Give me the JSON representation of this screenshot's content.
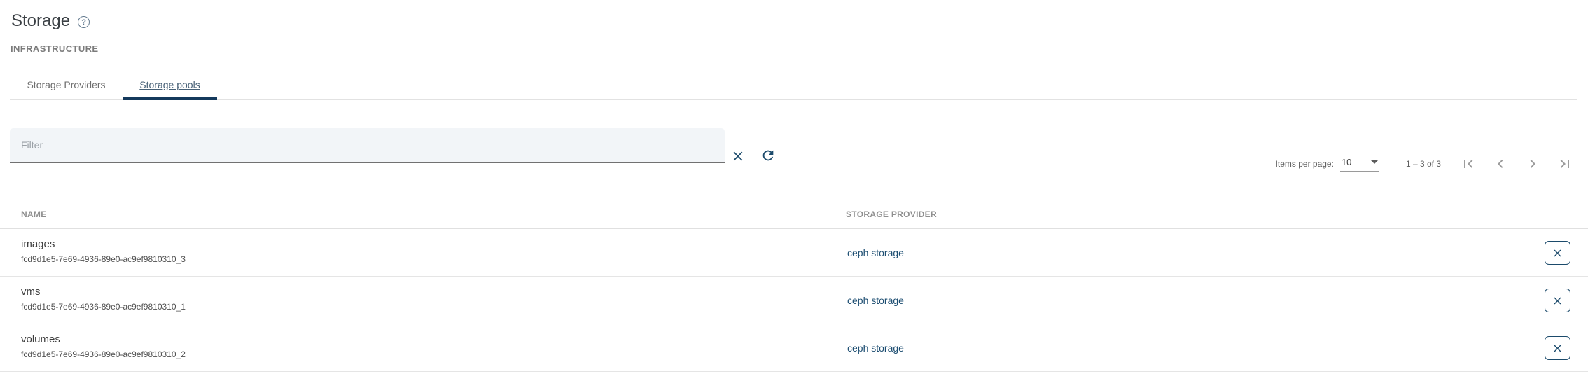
{
  "page": {
    "title": "Storage",
    "section_label": "INFRASTRUCTURE"
  },
  "tabs": [
    {
      "label": "Storage Providers",
      "active": false
    },
    {
      "label": "Storage pools",
      "active": true
    }
  ],
  "filter": {
    "placeholder": "Filter",
    "value": ""
  },
  "icons": {
    "help": "?",
    "clear": "close-icon",
    "refresh": "refresh-icon",
    "first_page": "first-page-icon",
    "previous_page": "chevron-left-icon",
    "next_page": "chevron-right-icon",
    "last_page": "last-page-icon",
    "row_action": "close-icon"
  },
  "paginator": {
    "items_per_page_label": "Items per page:",
    "page_size": "10",
    "range_label": "1 – 3 of 3"
  },
  "table": {
    "columns": [
      "NAME",
      "STORAGE PROVIDER"
    ],
    "rows": [
      {
        "name": "images",
        "id": "fcd9d1e5-7e69-4936-89e0-ac9ef9810310_3",
        "provider": "ceph storage"
      },
      {
        "name": "vms",
        "id": "fcd9d1e5-7e69-4936-89e0-ac9ef9810310_1",
        "provider": "ceph storage"
      },
      {
        "name": "volumes",
        "id": "fcd9d1e5-7e69-4936-89e0-ac9ef9810310_2",
        "provider": "ceph storage"
      }
    ]
  },
  "colors": {
    "primary": "#1b4a6b",
    "tab_indicator": "#14395c",
    "link": "#1c4d71",
    "filter_fill": "#f2f5f8",
    "disabled_icon": "#9d9d9d"
  }
}
